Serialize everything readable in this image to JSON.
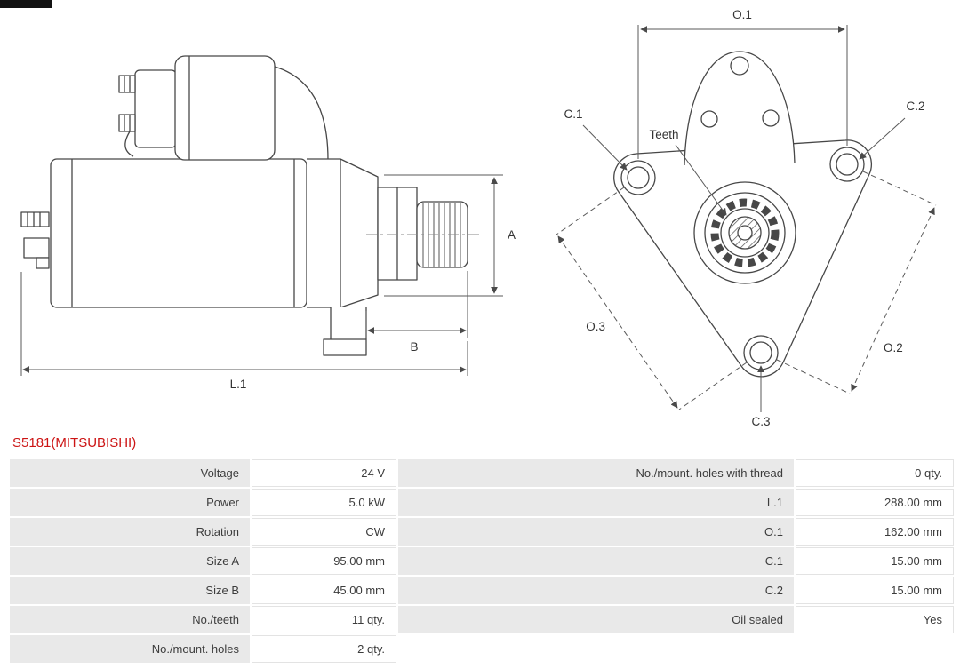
{
  "brand": {
    "mark": "logo-bar"
  },
  "header": {
    "part_number": "S5181(MITSUBISHI)",
    "accent_color": "#cc1414"
  },
  "diagram": {
    "labels": {
      "a": "A",
      "b": "B",
      "l1": "L.1",
      "o1": "O.1",
      "o2": "O.2",
      "o3": "O.3",
      "c1": "C.1",
      "c2": "C.2",
      "c3": "C.3",
      "teeth": "Teeth"
    }
  },
  "table": {
    "rows": [
      {
        "left_label": "Voltage",
        "left_value": "24 V",
        "right_label": "No./mount. holes with thread",
        "right_value": "0 qty."
      },
      {
        "left_label": "Power",
        "left_value": "5.0 kW",
        "right_label": "L.1",
        "right_value": "288.00 mm"
      },
      {
        "left_label": "Rotation",
        "left_value": "CW",
        "right_label": "O.1",
        "right_value": "162.00 mm"
      },
      {
        "left_label": "Size A",
        "left_value": "95.00 mm",
        "right_label": "C.1",
        "right_value": "15.00 mm"
      },
      {
        "left_label": "Size B",
        "left_value": "45.00 mm",
        "right_label": "C.2",
        "right_value": "15.00 mm"
      },
      {
        "left_label": "No./teeth",
        "left_value": "11 qty.",
        "right_label": "Oil sealed",
        "right_value": "Yes"
      },
      {
        "left_label": "No./mount. holes",
        "left_value": "2 qty.",
        "right_label": "",
        "right_value": ""
      }
    ]
  }
}
